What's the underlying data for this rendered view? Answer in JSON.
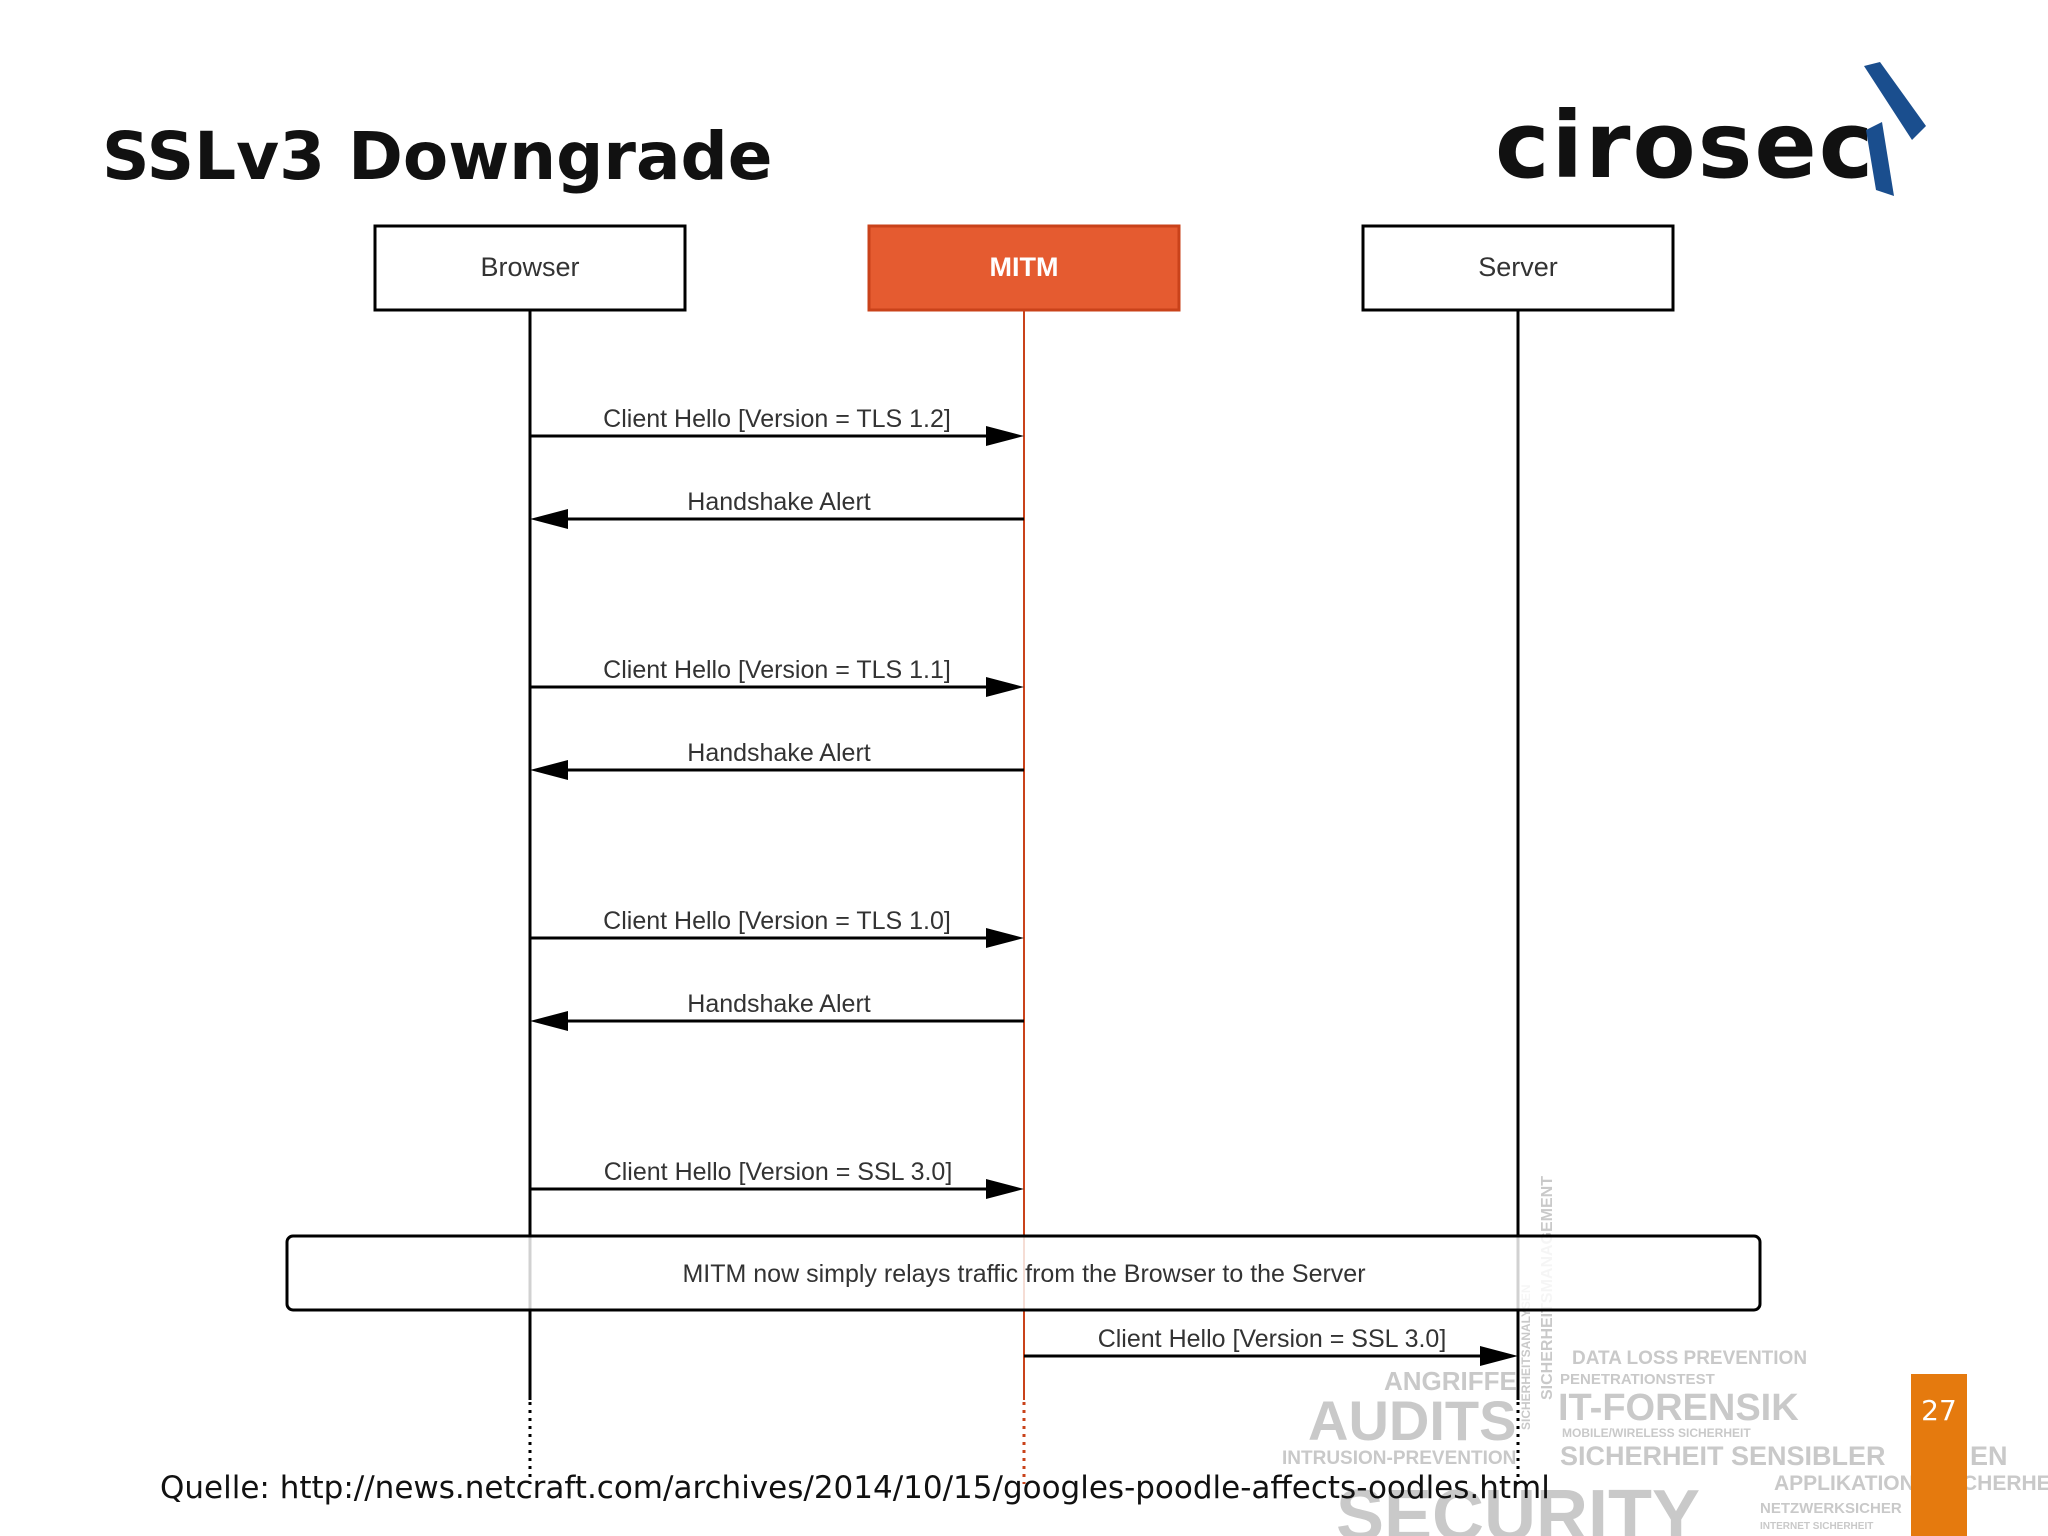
{
  "slide": {
    "title": "SSLv3 Downgrade",
    "logo": "cirosec",
    "page_number": "27",
    "source": "Quelle: http://news.netcraft.com/archives/2014/10/15/googles-poodle-affects-oodles.html"
  },
  "diagram": {
    "actors": [
      "Browser",
      "MITM",
      "Server"
    ],
    "messages": [
      {
        "label": "Client Hello [Version = TLS 1.2]",
        "from": "Browser",
        "to": "MITM"
      },
      {
        "label": "Handshake Alert",
        "from": "MITM",
        "to": "Browser"
      },
      {
        "label": "Client Hello [Version = TLS 1.1]",
        "from": "Browser",
        "to": "MITM"
      },
      {
        "label": "Handshake Alert",
        "from": "MITM",
        "to": "Browser"
      },
      {
        "label": "Client Hello [Version = TLS 1.0]",
        "from": "Browser",
        "to": "MITM"
      },
      {
        "label": "Handshake Alert",
        "from": "MITM",
        "to": "Browser"
      },
      {
        "label": "Client Hello [Version = SSL 3.0]",
        "from": "Browser",
        "to": "MITM"
      },
      {
        "label": "Client Hello [Version = SSL 3.0]",
        "from": "MITM",
        "to": "Server"
      }
    ],
    "note": "MITM now simply relays traffic from the Browser to the Server"
  },
  "wordcloud": [
    "DATA LOSS PREVENTION",
    "PENETRATIONSTEST",
    "IT-FORENSIK",
    "MOBILE/WIRELESS SICHERHEIT",
    "SICHERHEIT SENSIBLER",
    "APPLIKATION",
    "NETZWERKSICHER",
    "INTERNET SICHERHEIT",
    "AUDITS",
    "ANGRIFFE",
    "INTRUSION-PREVENTION",
    "SECURITY",
    "SICHERHEITSANALYSEN",
    "SICHERHEITSMANAGEMENT",
    "EN",
    "CHERHE"
  ],
  "colors": {
    "mitm_fill": "#e55b30",
    "mitm_border": "#c9421a",
    "mitm_line": "#c9421a",
    "logo_blue": "#1a4e8e",
    "badge": "#e57a0e",
    "wordcloud": "#c8c8c8"
  }
}
